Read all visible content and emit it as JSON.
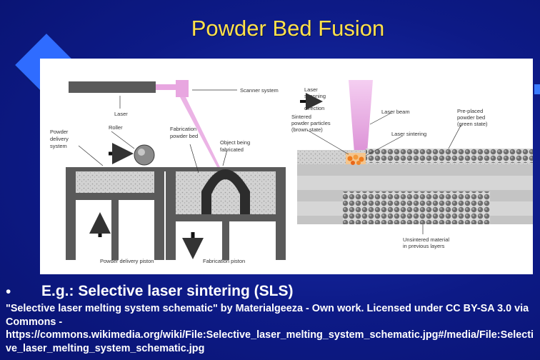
{
  "title": "Powder Bed Fusion",
  "bullet_marker": "•",
  "bullet_text": "E.g.: Selective laser sintering (SLS)",
  "attribution": "\"Selective laser melting system schematic\" by Materialgeeza - Own work. Licensed under CC BY-SA 3.0 via Commons - https://commons.wikimedia.org/wiki/File:Selective_laser_melting_system_schematic.jpg#/media/File:Selective_laser_melting_system_schematic.jpg",
  "diagram": {
    "labels": {
      "scanner_system": "Scanner system",
      "laser": "Laser",
      "roller": "Roller",
      "powder_delivery_system": [
        "Powder",
        "delivery",
        "system"
      ],
      "fabrication_powder_bed": [
        "Fabrication",
        "powder bed"
      ],
      "object_being_fabricated": [
        "Object being",
        "fabricated"
      ],
      "powder_delivery_piston": "Powder delivery piston",
      "fabrication_piston": "Fabrication piston",
      "laser_scanning_direction": [
        "Laser",
        "scanning",
        "direction"
      ],
      "laser_beam": "Laser beam",
      "pre_placed_powder_bed": [
        "Pre-placed",
        "powder bed",
        "(green state)"
      ],
      "sintered_powder_particles": [
        "Sintered",
        "powder particles",
        "(brown state)"
      ],
      "laser_sintering": "Laser sintering",
      "unsintered_material": [
        "Unsintered material",
        "in previous layers"
      ]
    },
    "colors": {
      "machine_gray": "#5a5a5a",
      "powder_gray": "#c8c8c8",
      "laser_pink": "#e8a6e0",
      "object_dark": "#2c2c2c",
      "melt_orange": "#f07a1c"
    }
  }
}
